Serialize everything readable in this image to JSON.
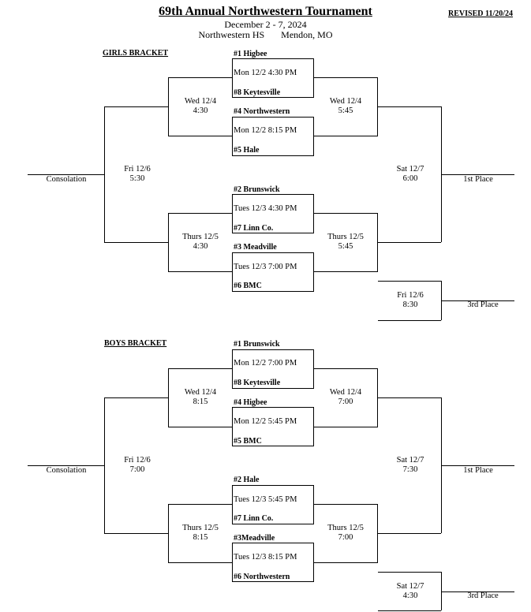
{
  "header": {
    "title": "69th Annual Northwestern Tournament",
    "dates": "December 2 - 7, 2024",
    "location": "Northwestern HS       Mendon, MO",
    "revised": "REVISED 11/20/24"
  },
  "girls": {
    "heading": "GIRLS BRACKET",
    "g1": {
      "top": "#1 Higbee",
      "time": "Mon 12/2  4:30 PM",
      "bottom": "#8 Keytesville"
    },
    "g2": {
      "top": "#4 Northwestern",
      "time": "Mon 12/2 8:15 PM",
      "bottom": "#5 Hale"
    },
    "g3": {
      "top": "#2 Brunswick",
      "time": "Tues 12/3  4:30 PM",
      "bottom": "#7 Linn Co."
    },
    "g4": {
      "top": "#3 Meadville",
      "time": "Tues 12/3   7:00 PM",
      "bottom": "#6 BMC"
    },
    "semi_top_left": {
      "day": "Wed 12/4",
      "time": "4:30"
    },
    "semi_bot_left": {
      "day": "Thurs 12/5",
      "time": "4:30"
    },
    "semi_top_right": {
      "day": "Wed 12/4",
      "time": "5:45"
    },
    "semi_bot_right": {
      "day": "Thurs 12/5",
      "time": "5:45"
    },
    "consolation_game": {
      "day": "Fri 12/6",
      "time": "5:30"
    },
    "final_game": {
      "day": "Sat 12/7",
      "time": "6:00"
    },
    "third_game": {
      "day": "Fri 12/6",
      "time": "8:30"
    },
    "consolation_label": "Consolation",
    "first_label": "1st Place",
    "third_label": "3rd Place"
  },
  "boys": {
    "heading": "BOYS BRACKET",
    "g1": {
      "top": "#1 Brunswick",
      "time": "Mon 12/2   7:00 PM",
      "bottom": "#8 Keytesville"
    },
    "g2": {
      "top": "#4 Higbee",
      "time": "Mon 12/2   5:45 PM",
      "bottom": "#5 BMC"
    },
    "g3": {
      "top": "#2 Hale",
      "time": "Tues 12/3   5:45 PM",
      "bottom": "#7 Linn Co."
    },
    "g4": {
      "top": "#3Meadville",
      "time": "Tues 12/3 8:15 PM",
      "bottom": "#6 Northwestern"
    },
    "semi_top_left": {
      "day": "Wed 12/4",
      "time": "8:15"
    },
    "semi_bot_left": {
      "day": "Thurs 12/5",
      "time": "8:15"
    },
    "semi_top_right": {
      "day": "Wed 12/4",
      "time": "7:00"
    },
    "semi_bot_right": {
      "day": "Thurs 12/5",
      "time": "7:00"
    },
    "consolation_game": {
      "day": "Fri 12/6",
      "time": "7:00"
    },
    "final_game": {
      "day": "Sat 12/7",
      "time": "7:30"
    },
    "third_game": {
      "day": "Sat 12/7",
      "time": "4:30"
    },
    "consolation_label": "Consolation",
    "first_label": "1st Place",
    "third_label": "3rd Place"
  }
}
